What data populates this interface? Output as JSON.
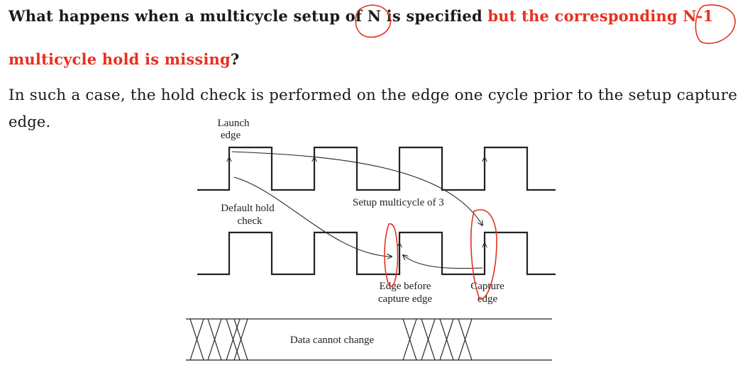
{
  "text": {
    "q_part1": "What happens when a multicycle setup of N is specified ",
    "q_red": "but the corresponding N-1",
    "q_red2": "multicycle hold is missing",
    "q_end": "?",
    "answer_line1": "In such a case, the hold check is performed on the edge one cycle prior to the setup capture",
    "answer_line2": "edge."
  },
  "diagram": {
    "launch_label_1": "Launch",
    "launch_label_2": "edge",
    "hold_label_1": "Default hold",
    "hold_label_2": "check",
    "setup_label": "Setup multicycle of 3",
    "edge_before_1": "Edge before",
    "edge_before_2": "capture edge",
    "capture_1": "Capture",
    "capture_2": "edge",
    "data_label": "Data cannot change"
  },
  "colors": {
    "accent_red": "#e8301e",
    "ink": "#222222"
  }
}
